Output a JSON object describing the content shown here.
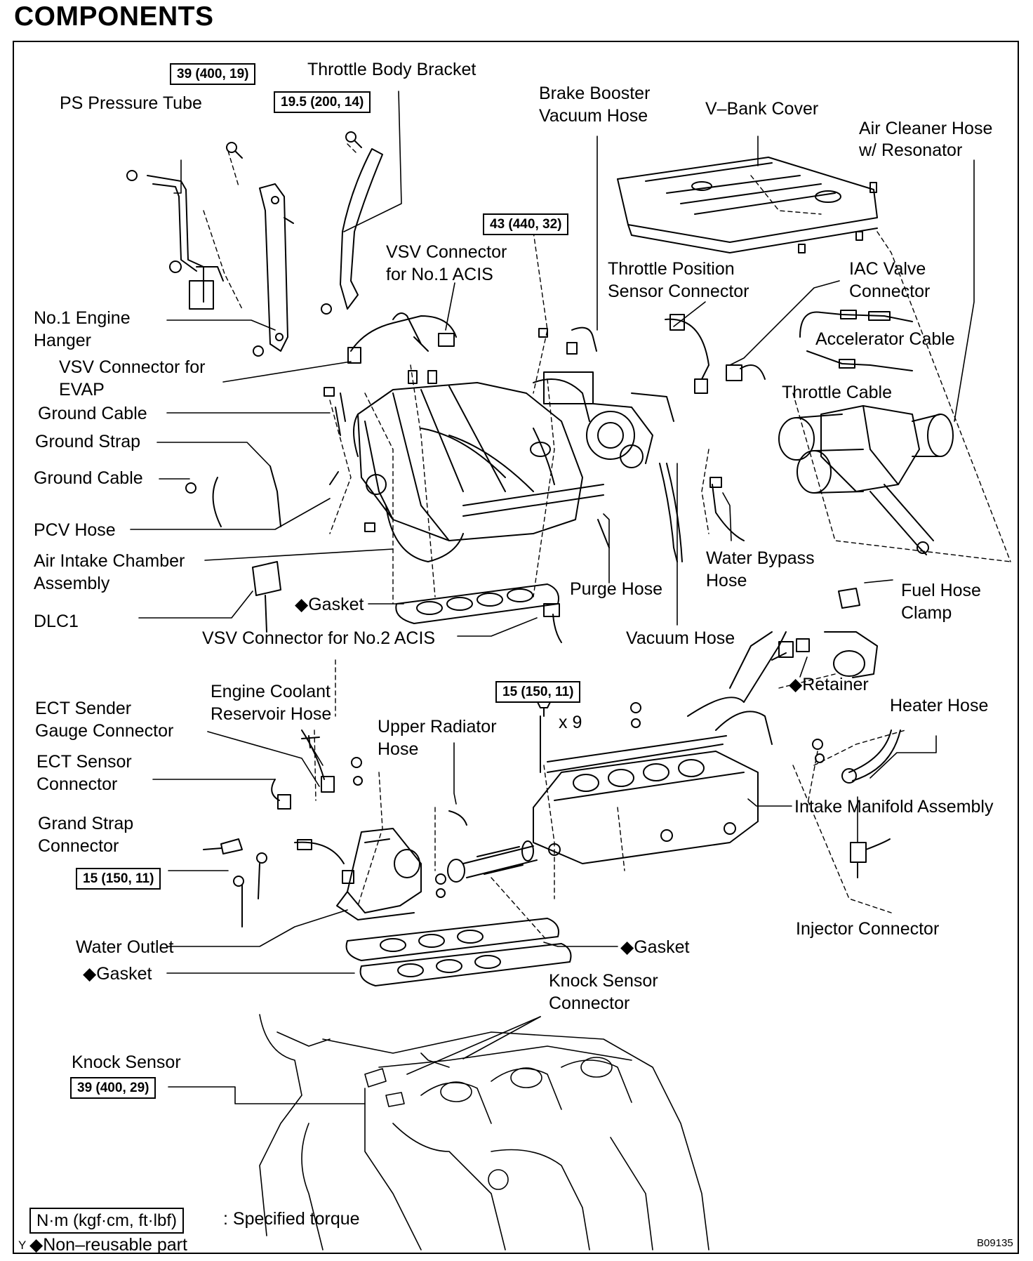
{
  "page": {
    "heading": "COMPONENTS",
    "figure_code": "B09135",
    "corner_mark": "Y"
  },
  "labels": {
    "ps_pressure_tube": "PS Pressure Tube",
    "throttle_body_bracket": "Throttle Body Bracket",
    "brake_booster_vacuum_hose_1": "Brake Booster",
    "brake_booster_vacuum_hose_2": "Vacuum Hose",
    "v_bank_cover": "V–Bank Cover",
    "air_cleaner_hose_1": "Air Cleaner Hose",
    "air_cleaner_hose_2": "w/ Resonator",
    "vsv_no1_acis_1": "VSV Connector",
    "vsv_no1_acis_2": "for No.1 ACIS",
    "tps_connector_1": "Throttle Position",
    "tps_connector_2": "Sensor Connector",
    "iac_valve_connector_1": "IAC Valve",
    "iac_valve_connector_2": "Connector",
    "no1_engine_hanger_1": "No.1 Engine",
    "no1_engine_hanger_2": "Hanger",
    "accelerator_cable": "Accelerator Cable",
    "vsv_evap_1": "VSV Connector for",
    "vsv_evap_2": "EVAP",
    "throttle_cable": "Throttle Cable",
    "ground_cable_top": "Ground Cable",
    "ground_strap": "Ground Strap",
    "ground_cable_lower": "Ground Cable",
    "pcv_hose": "PCV Hose",
    "air_intake_chamber_1": "Air Intake Chamber",
    "air_intake_chamber_2": "Assembly",
    "water_bypass_hose_1": "Water Bypass",
    "water_bypass_hose_2": "Hose",
    "purge_hose": "Purge Hose",
    "fuel_hose_clamp_1": "Fuel Hose",
    "fuel_hose_clamp_2": "Clamp",
    "gasket_upper": "◆Gasket",
    "dlc1": "DLC1",
    "vsv_no2_acis": "VSV Connector for No.2 ACIS",
    "vacuum_hose": "Vacuum Hose",
    "retainer": "◆Retainer",
    "ect_sender_1": "ECT Sender",
    "ect_sender_2": "Gauge Connector",
    "engine_coolant_reservoir_1": "Engine Coolant",
    "engine_coolant_reservoir_2": "Reservoir Hose",
    "upper_radiator_hose_1": "Upper Radiator",
    "upper_radiator_hose_2": "Hose",
    "bolt_qty": "x 9",
    "heater_hose": "Heater Hose",
    "ect_sensor_1": "ECT Sensor",
    "ect_sensor_2": "Connector",
    "intake_manifold": "Intake Manifold Assembly",
    "grand_strap_1": "Grand Strap",
    "grand_strap_2": "Connector",
    "injector_connector": "Injector Connector",
    "water_outlet": "Water Outlet",
    "gasket_right": "◆Gasket",
    "gasket_left": "◆Gasket",
    "knock_sensor_connector_1": "Knock Sensor",
    "knock_sensor_connector_2": "Connector",
    "knock_sensor": "Knock Sensor"
  },
  "torques": {
    "t1": "39 (400, 19)",
    "t2": "19.5 (200, 14)",
    "t3": "43 (440, 32)",
    "t4": "15 (150, 11)",
    "t5": "15 (150, 11)",
    "t6": "39 (400, 29)"
  },
  "legend": {
    "unit_box": "N·m (kgf·cm, ft·lbf)",
    "torque_text": ": Specified torque",
    "nonreusable_text": "◆Non–reusable part"
  }
}
